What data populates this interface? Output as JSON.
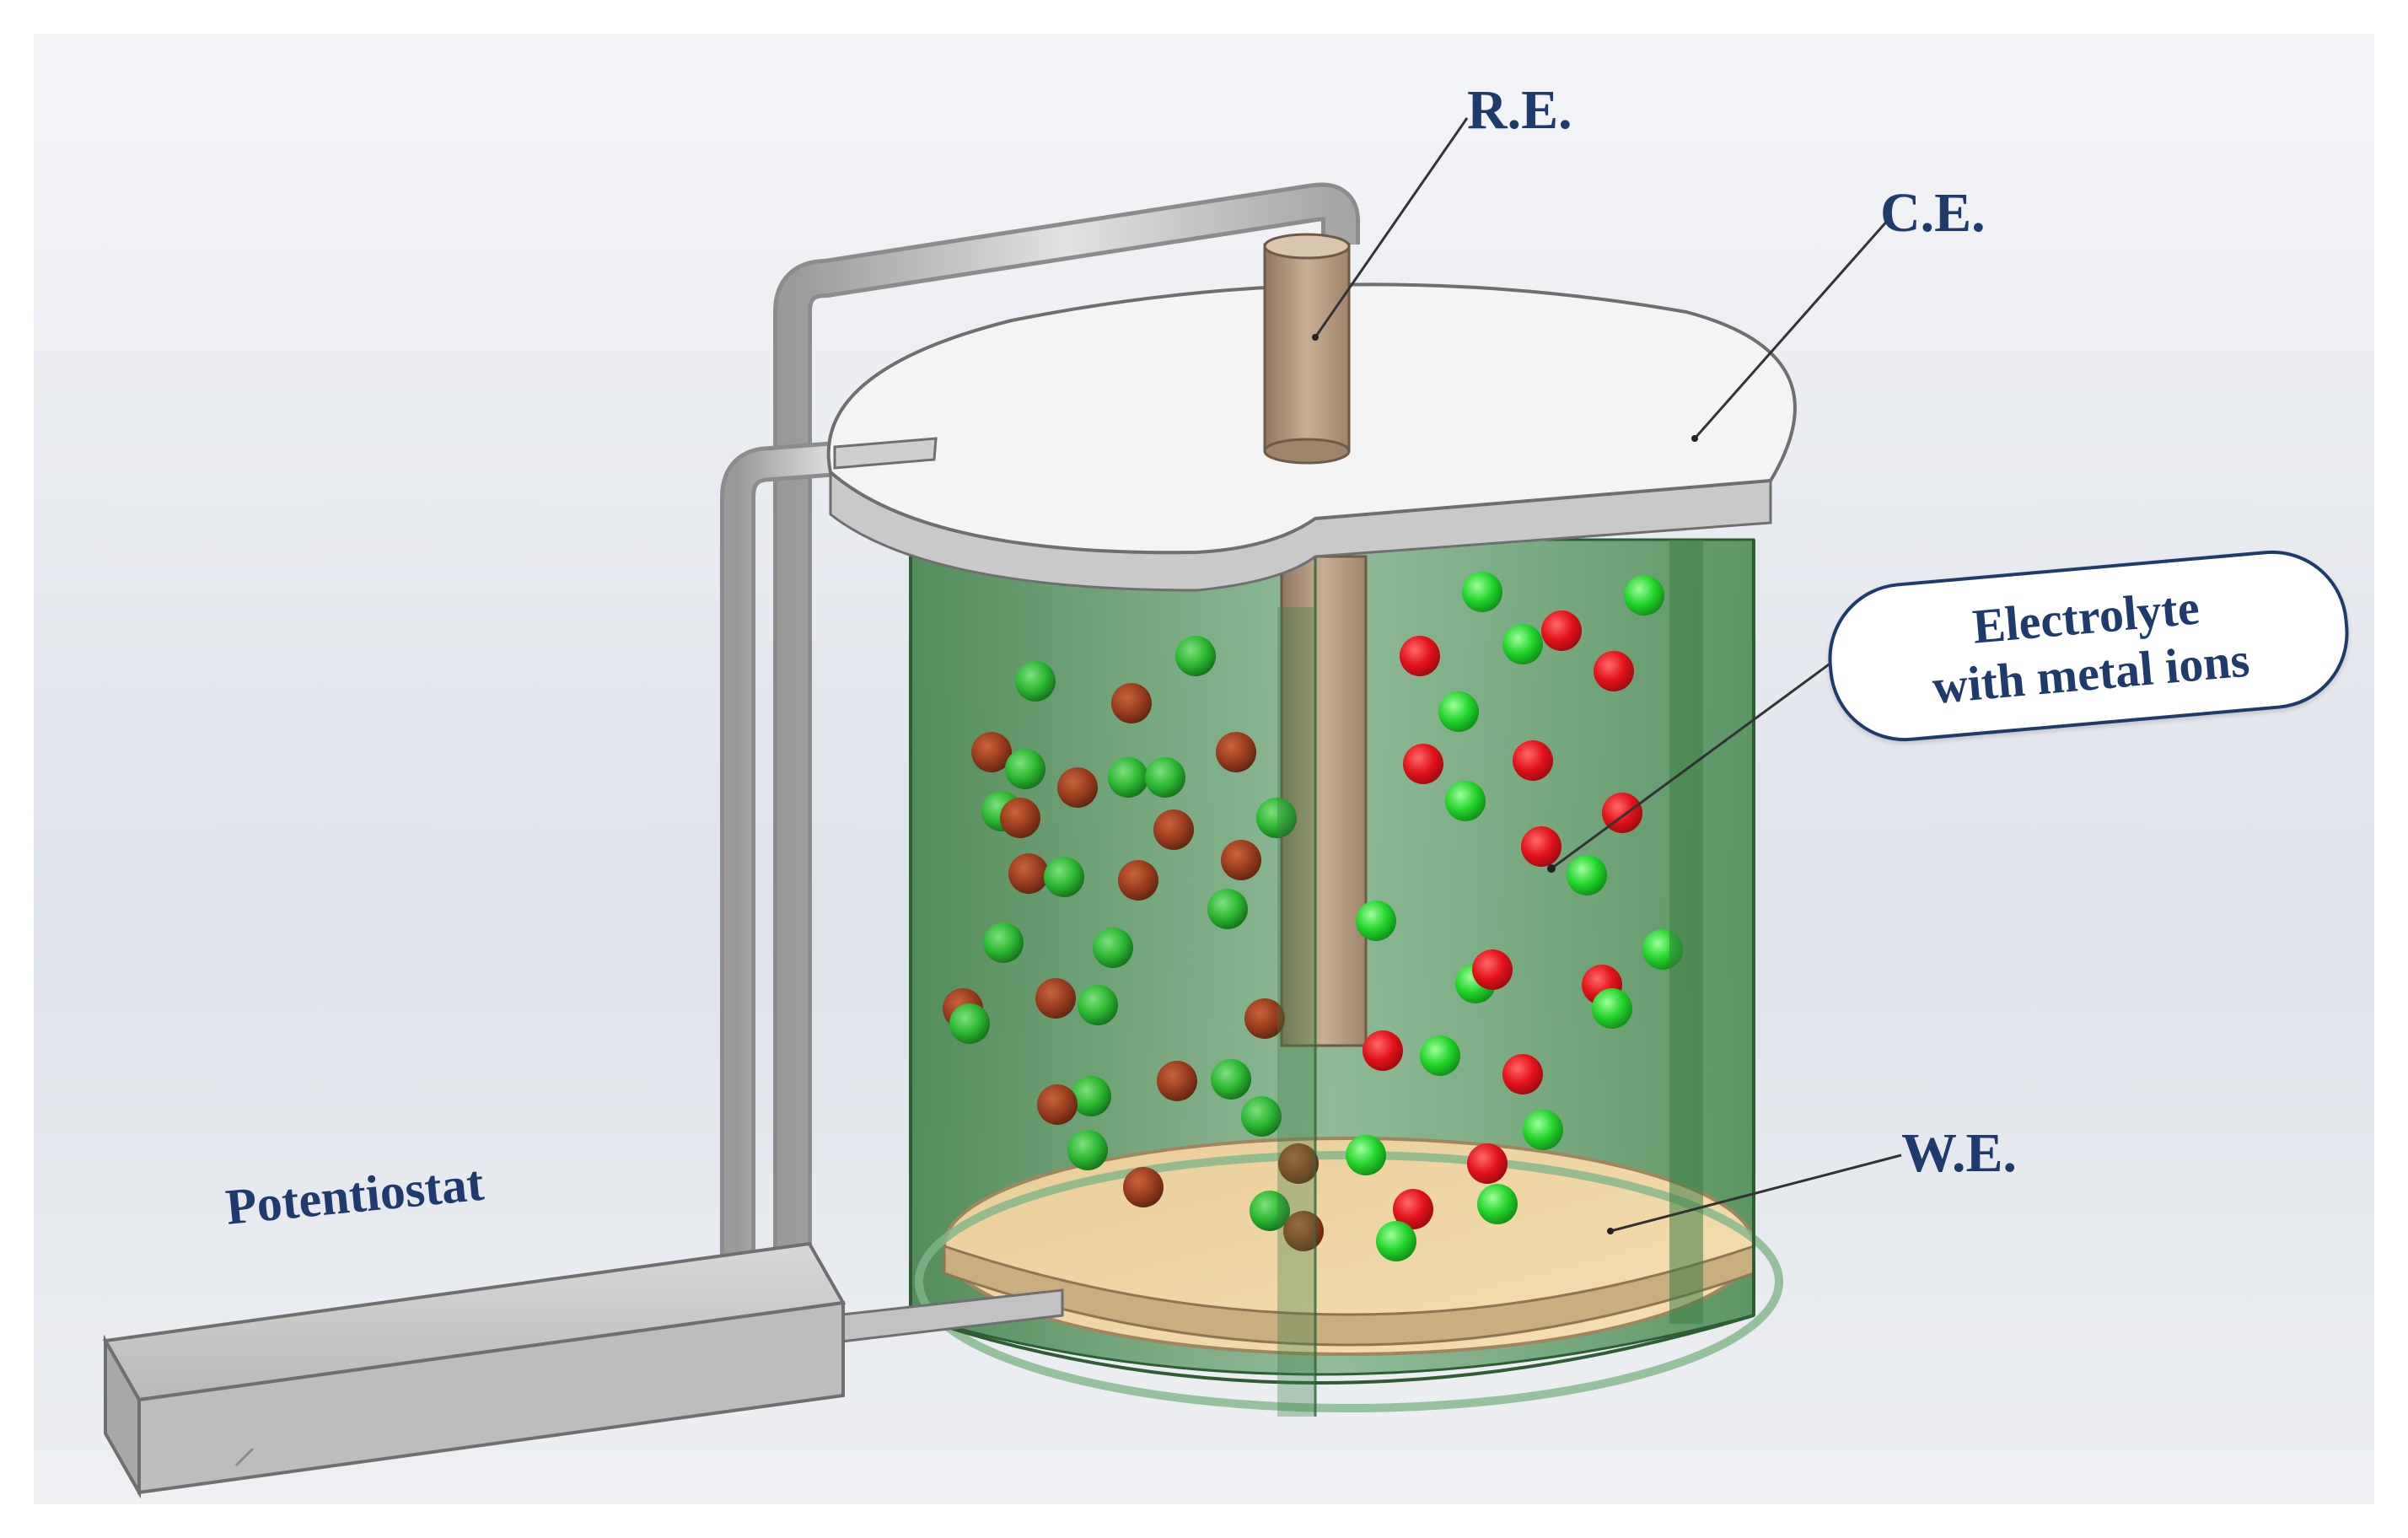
{
  "labels": {
    "reference_electrode": "R.E.",
    "counter_electrode": "C.E.",
    "working_electrode": "W.E.",
    "potentiostat": "Potentiostat",
    "electrolyte_line1": "Electrolyte",
    "electrolyte_line2": "with metal ions"
  },
  "colors": {
    "label_text": "#1f3b6e",
    "electrolyte": "#3f8f4a",
    "red_ion": "#e3121a",
    "green_ion": "#22d42a",
    "reference_rod": "#b39a7e",
    "working_disk": "#f1d6a3",
    "lid": "#f4f4f4",
    "wire": "#b8b8b8",
    "potentiostat_box": "#c6c6c6"
  }
}
